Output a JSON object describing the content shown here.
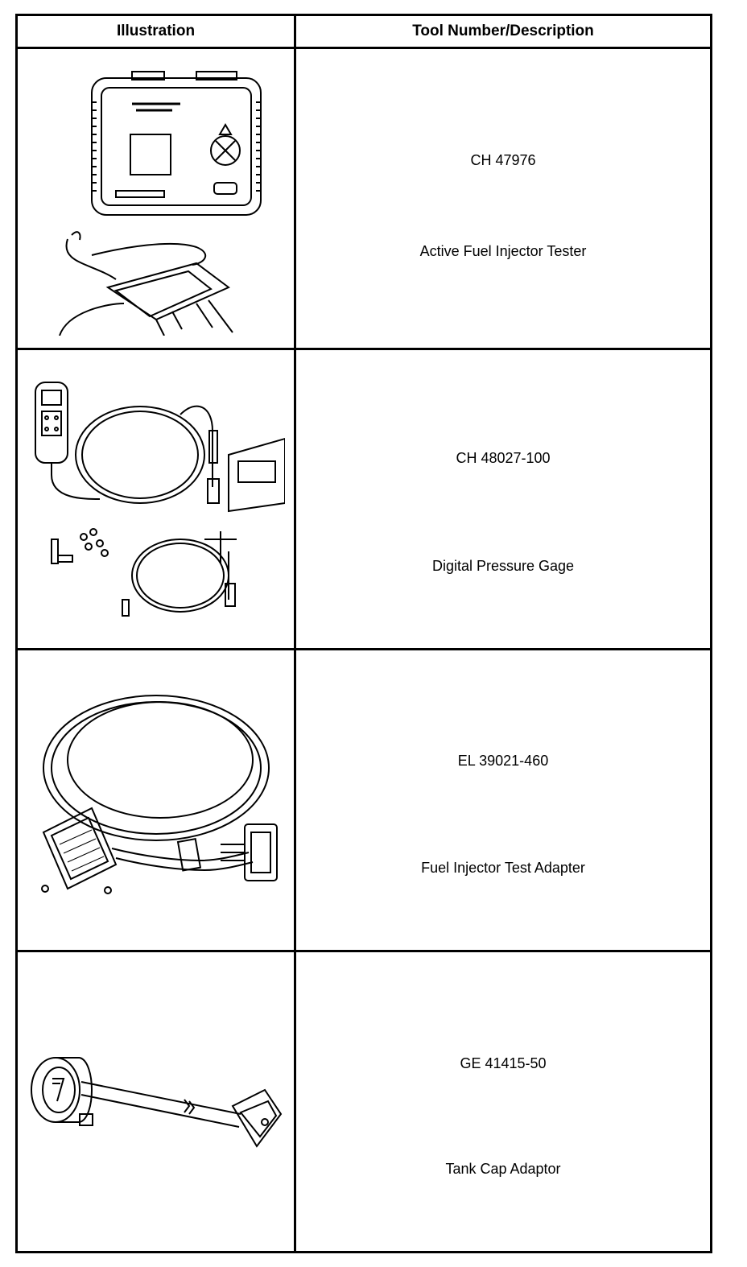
{
  "table": {
    "headers": {
      "illustration": "Illustration",
      "tool": "Tool Number/Description"
    },
    "rows": [
      {
        "tool_number": "CH 47976",
        "description": "Active Fuel Injector Tester",
        "illustration_icon": "injector-tester-illustration"
      },
      {
        "tool_number": "CH 48027-100",
        "description": "Digital Pressure Gage",
        "illustration_icon": "pressure-gage-illustration"
      },
      {
        "tool_number": "EL 39021-460",
        "description": "Fuel Injector Test Adapter",
        "illustration_icon": "test-adapter-illustration"
      },
      {
        "tool_number": "GE 41415-50",
        "description": "Tank Cap Adaptor",
        "illustration_icon": "tank-cap-adaptor-illustration"
      }
    ]
  }
}
